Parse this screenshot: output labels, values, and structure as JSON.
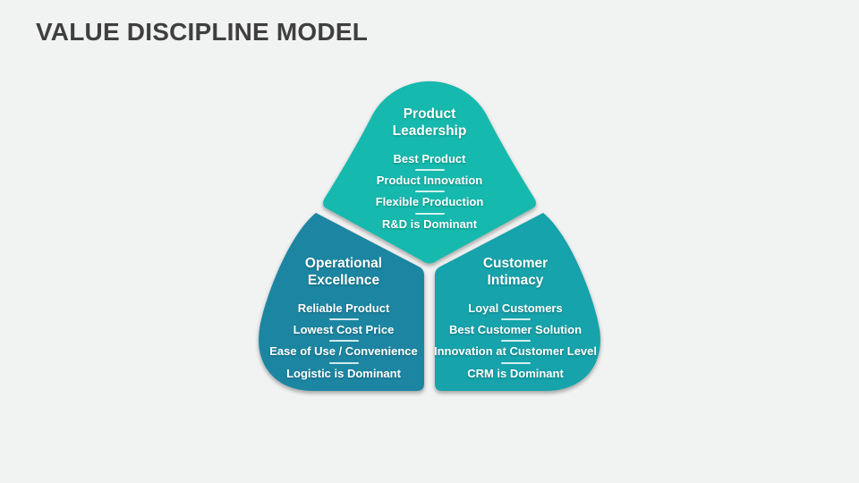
{
  "title": "VALUE DISCIPLINE MODEL",
  "colors": {
    "background": "#F1F2F2",
    "title_text": "#3F3F3F",
    "product_leadership_fill": "#17B9AD",
    "operational_excellence_fill": "#1C86A2",
    "customer_intimacy_fill": "#15A3AB",
    "shape_text": "#FFFFFF"
  },
  "sections": [
    {
      "heading": "Product Leadership",
      "items": [
        "Best Product",
        "Product Innovation",
        "Flexible Production",
        "R&D is Dominant"
      ]
    },
    {
      "heading": "Operational Excellence",
      "items": [
        "Reliable Product",
        "Lowest Cost Price",
        "Ease of Use / Convenience",
        "Logistic is Dominant"
      ]
    },
    {
      "heading": "Customer Intimacy",
      "items": [
        "Loyal Customers",
        "Best Customer Solution",
        "Innovation at Customer Level",
        "CRM is Dominant"
      ]
    }
  ]
}
